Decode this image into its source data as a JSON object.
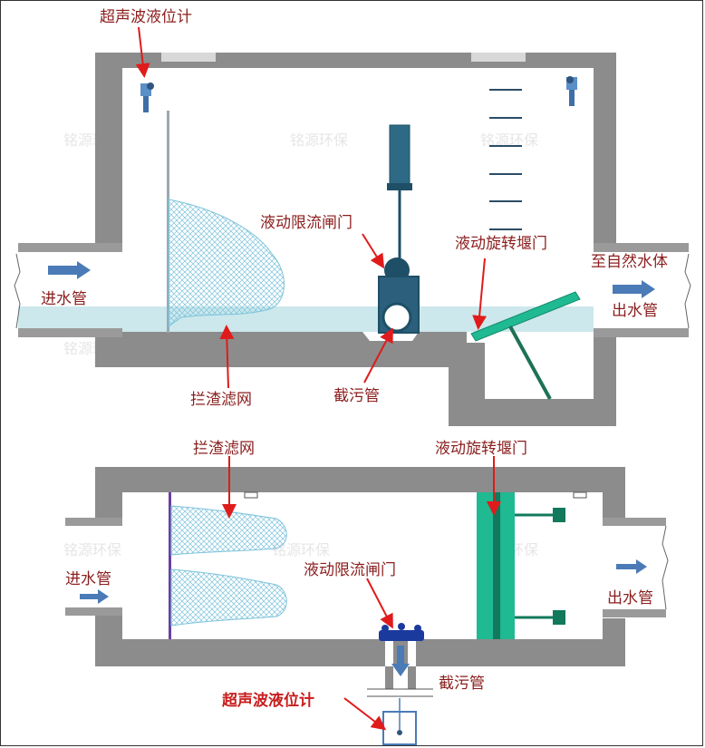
{
  "top": {
    "sensor_label": "超声波液位计",
    "gate_label": "液动限流闸门",
    "weir_label": "液动旋转堰门",
    "inlet_label": "进水管",
    "outlet_top_label": "至自然水体",
    "outlet_label": "出水管",
    "screen_label": "拦渣滤网",
    "pipe_label": "截污管"
  },
  "bottom": {
    "screen_label": "拦渣滤网",
    "weir_label": "液动旋转堰门",
    "gate_label": "液动限流闸门",
    "inlet_label": "进水管",
    "outlet_label": "出水管",
    "pipe_label": "截污管",
    "sensor_label": "超声波液位计"
  },
  "watermark": "铭源环保",
  "colors": {
    "wall": "#8c8c8c",
    "water": "#cce8ec",
    "arrow": "#4a7bb7",
    "weir": "#1fb992",
    "label": "#8b1e1e",
    "pointer": "#e01b1b",
    "gate_dark": "#1e4f67"
  }
}
